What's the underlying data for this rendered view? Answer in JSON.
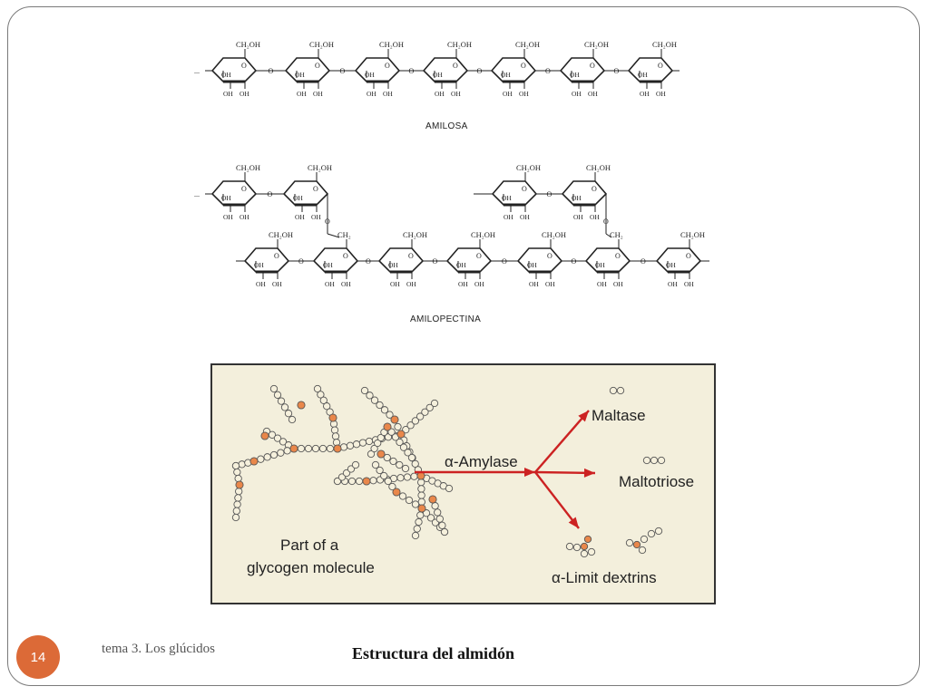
{
  "amylose": {
    "label": "AMILOSA",
    "unit_top_label": "CH₂OH",
    "oh_label": "OH",
    "ring_oxygen": "O"
  },
  "amylopectin": {
    "label": "AMILOPECTINA",
    "branch_ch2_label": "CH₂"
  },
  "glycogen_panel": {
    "background_color": "#f3efdc",
    "arrow_color": "#cc2222",
    "glucose_color": "#f5f0dc",
    "branch_point_color": "#e9874a",
    "enzyme_label": "α-Amylase",
    "molecule_label_line1": "Part of a",
    "molecule_label_line2": "glycogen molecule",
    "product_maltase": "Maltase",
    "product_maltotriose": "Maltotriose",
    "product_limit_dextrins": "α-Limit dextrins"
  },
  "footer": {
    "page_number": "14",
    "topic": "tema 3. Los glúcidos",
    "title": "Estructura del almidón",
    "badge_color": "#dc6a37"
  }
}
